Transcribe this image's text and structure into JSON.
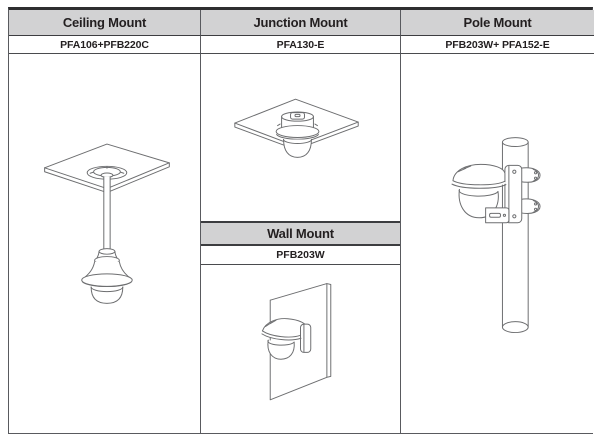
{
  "table": {
    "columns": [
      {
        "header": "Ceiling Mount",
        "model": "PFA106+PFB220C"
      },
      {
        "header": "Junction Mount",
        "model": "PFA130-E"
      },
      {
        "header": "Pole Mount",
        "model": "PFB203W+ PFA152-E"
      }
    ],
    "wall_mount": {
      "header": "Wall Mount",
      "model": "PFB203W"
    }
  },
  "diagrams": {
    "ceiling": "ceiling-panel-with-pendant-pole-dome-camera",
    "junction": "ceiling-panel-with-junction-box-dome-camera",
    "wall": "wall-panel-with-dome-camera",
    "pole": "pole-with-strap-mounted-dome-camera"
  },
  "colors": {
    "header_bg": "#d2d2d3",
    "border_dark": "#3c3d40",
    "border_mid": "#595a5e",
    "text": "#231f20",
    "line_art": "#6d6e70",
    "background": "#ffffff"
  }
}
